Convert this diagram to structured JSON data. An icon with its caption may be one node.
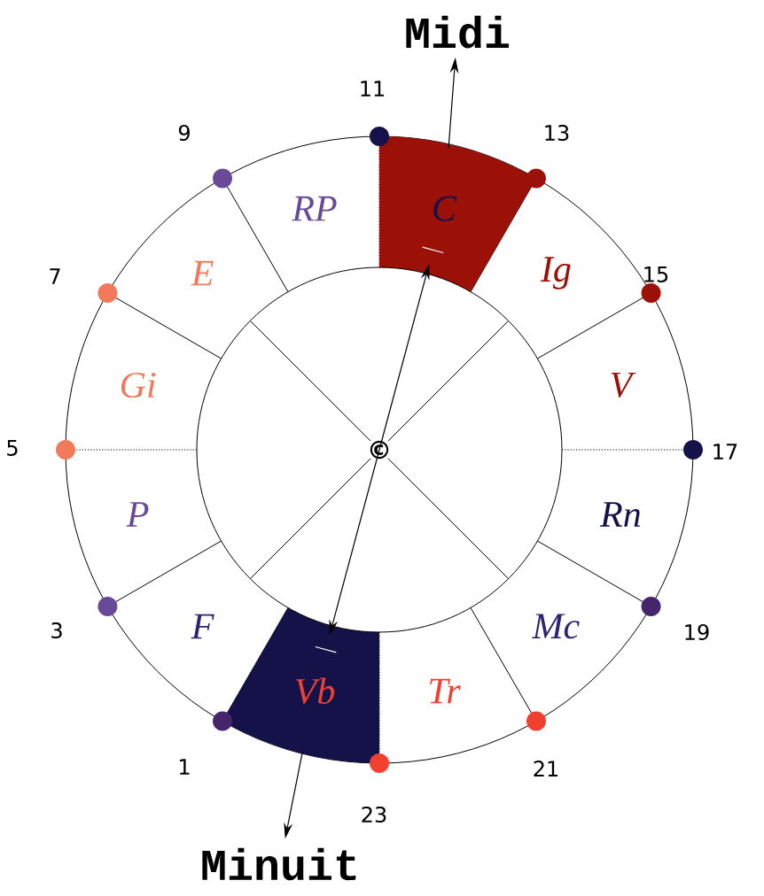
{
  "diagram": {
    "nodes": [
      {
        "text": [
          "C"
        ]
      },
      {
        "text": [
          "Ig"
        ]
      },
      {
        "text": [
          "V"
        ]
      },
      {
        "text": [
          "Rn"
        ]
      },
      {
        "text": [
          "Mc"
        ]
      },
      {
        "text": [
          "Tr"
        ]
      },
      {
        "text": [
          "Vb"
        ]
      },
      {
        "text": [
          "F"
        ]
      },
      {
        "text": [
          "P"
        ]
      },
      {
        "text": [
          "Gi"
        ]
      },
      {
        "text": [
          "E"
        ]
      },
      {
        "text": [
          "RP"
        ]
      },
      {
        "text": [
          "©"
        ]
      },
      {
        "text": [
          "Midi"
        ]
      },
      {
        "text": [
          "Minuit"
        ]
      }
    ],
    "edges": [
      {
        "from": 12,
        "to": 0,
        "arrow": "to"
      },
      {
        "from": 12,
        "to": 6,
        "arrow": "to"
      },
      {
        "from": 0,
        "to": 13,
        "arrow": "to"
      },
      {
        "from": 6,
        "to": 14,
        "arrow": "to"
      }
    ],
    "labels": [
      "11",
      "13",
      "15",
      "17",
      "19",
      "21",
      "23",
      "1",
      "3",
      "5",
      "7",
      "9"
    ]
  }
}
